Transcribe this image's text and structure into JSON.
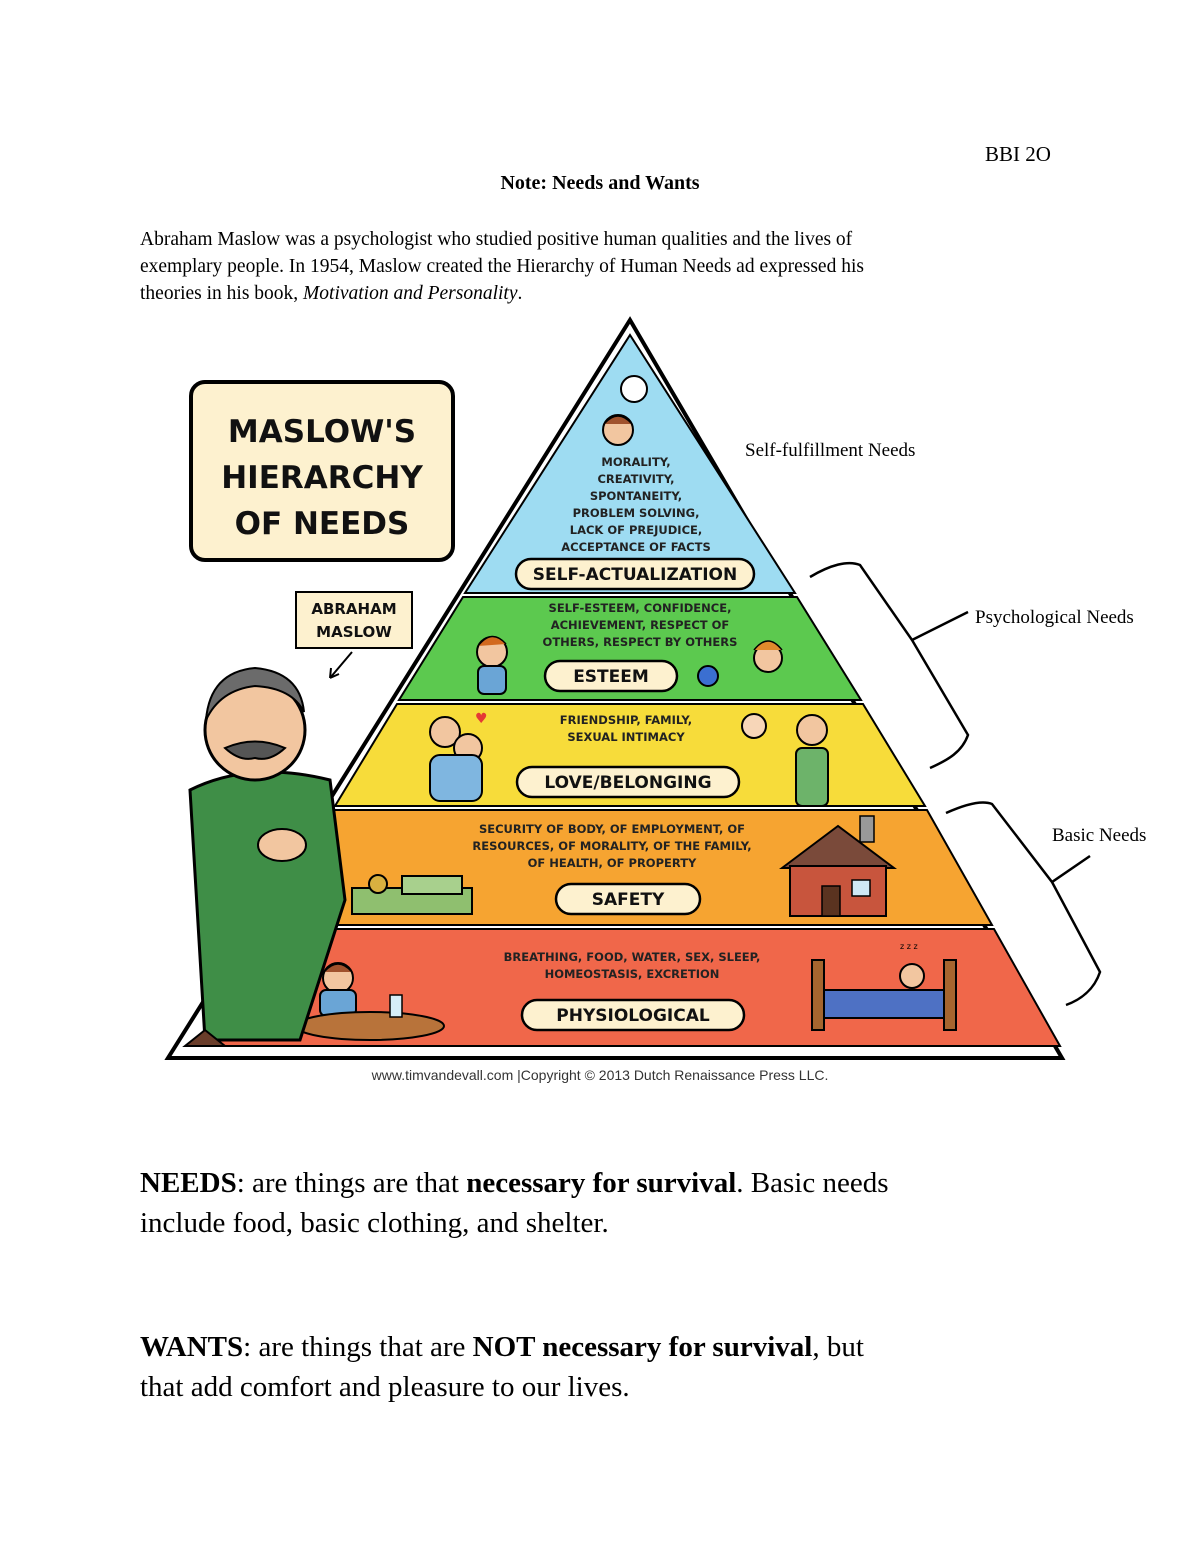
{
  "header": {
    "course_code": "BBI 2O",
    "title": "Note: Needs and Wants"
  },
  "intro": {
    "line1": "Abraham Maslow was a psychologist who studied positive human qualities and the lives of",
    "line2": "exemplary people. In 1954, Maslow created the Hierarchy of Human Needs ad expressed his",
    "line3_pre": "theories in his book, ",
    "line3_book": "Motivation and Personality",
    "line3_post": "."
  },
  "figure": {
    "title_line1": "MASLOW'S",
    "title_line2": "HIERARCHY",
    "title_line3": "OF NEEDS",
    "maslow_tag_line1": "ABRAHAM",
    "maslow_tag_line2": "MASLOW",
    "levels": [
      {
        "name": "SELF-ACTUALIZATION",
        "color": "#9edcf2",
        "desc": [
          "MORALITY,",
          "CREATIVITY,",
          "SPONTANEITY,",
          "PROBLEM SOLVING,",
          "LACK OF PREJUDICE,",
          "ACCEPTANCE OF FACTS"
        ]
      },
      {
        "name": "ESTEEM",
        "color": "#5cc94f",
        "desc": [
          "SELF-ESTEEM, CONFIDENCE,",
          "ACHIEVEMENT, RESPECT OF",
          "OTHERS, RESPECT BY OTHERS"
        ]
      },
      {
        "name": "LOVE/BELONGING",
        "color": "#f7dc3a",
        "desc": [
          "FRIENDSHIP, FAMILY,",
          "SEXUAL INTIMACY"
        ]
      },
      {
        "name": "SAFETY",
        "color": "#f6a431",
        "desc": [
          "SECURITY OF BODY, OF EMPLOYMENT, OF",
          "RESOURCES, OF MORALITY, OF THE FAMILY,",
          "OF HEALTH, OF PROPERTY"
        ]
      },
      {
        "name": "PHYSIOLOGICAL",
        "color": "#f0674a",
        "desc": [
          "BREATHING, FOOD, WATER, SEX, SLEEP,",
          "HOMEOSTASIS, EXCRETION"
        ]
      }
    ],
    "groups": {
      "self_fulfillment": "Self-fulfillment Needs",
      "psychological": "Psychological Needs",
      "basic": "Basic Needs"
    },
    "credit": "www.timvandevall.com |Copyright © 2013 Dutch Renaissance Press LLC."
  },
  "needs": {
    "term": "NEEDS",
    "p1": ": are things are that ",
    "emph": "necessary for survival",
    "p2": ". Basic needs",
    "line2": "include food, basic clothing, and shelter."
  },
  "wants": {
    "term": "WANTS",
    "p1": ": are things that are ",
    "emph": "NOT necessary for survival",
    "p2": ", but",
    "line2": "that add comfort and pleasure to our lives."
  }
}
